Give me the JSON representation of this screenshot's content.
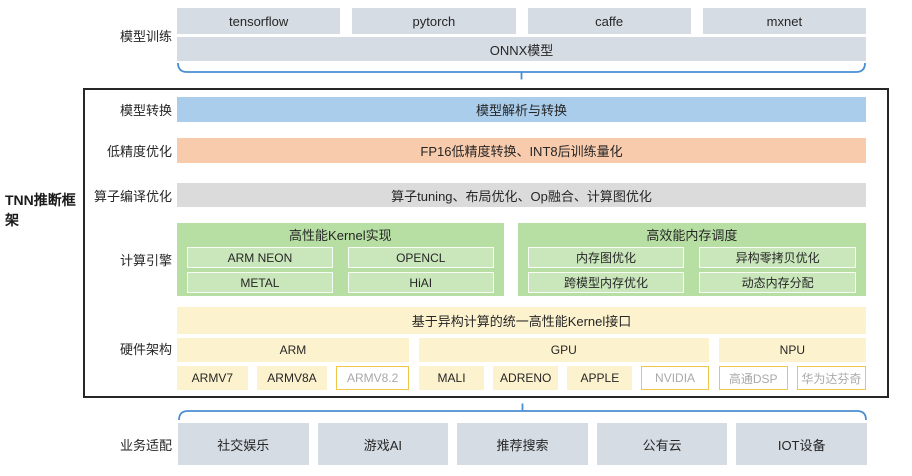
{
  "colors": {
    "box_gray": "#d6dce4",
    "bar_blue": "#aacdec",
    "bar_orange": "#f8cbad",
    "bar_gray": "#dbdbdb",
    "green_container": "#b7dfa4",
    "green_sub": "#c9e7ba",
    "yellow": "#fdf2ce",
    "gold_border": "#f0c64a",
    "muted_text": "#a9a9a9",
    "brace_blue": "#4a8fd3",
    "frame_border": "#262626"
  },
  "training": {
    "label": "模型训练",
    "frameworks": [
      "tensorflow",
      "pytorch",
      "caffe",
      "mxnet"
    ],
    "onnx_bar": "ONNX模型"
  },
  "framework": {
    "title": "TNN推断框架",
    "rows": [
      {
        "label": "模型转换",
        "bar": "模型解析与转换"
      },
      {
        "label": "低精度优化",
        "bar": "FP16低精度转换、INT8后训练量化"
      },
      {
        "label": "算子编译优化",
        "bar": "算子tuning、布局优化、Op融合、计算图优化"
      }
    ],
    "engine": {
      "label": "计算引擎",
      "kernel": {
        "title": "高性能Kernel实现",
        "items": [
          "ARM NEON",
          "OPENCL",
          "METAL",
          "HiAI"
        ]
      },
      "memory": {
        "title": "高效能内存调度",
        "items": [
          "内存图优化",
          "异构零拷贝优化",
          "跨模型内存优化",
          "动态内存分配"
        ]
      }
    },
    "hardware": {
      "label": "硬件架构",
      "unified_bar": "基于异构计算的统一高性能Kernel接口",
      "groups": [
        {
          "title": "ARM",
          "items": [
            {
              "text": "ARMV7",
              "muted": false
            },
            {
              "text": "ARMV8A",
              "muted": false
            },
            {
              "text": "ARMV8.2",
              "muted": true
            }
          ]
        },
        {
          "title": "GPU",
          "items": [
            {
              "text": "MALI",
              "muted": false
            },
            {
              "text": "ADRENO",
              "muted": false
            },
            {
              "text": "APPLE",
              "muted": false
            },
            {
              "text": "NVIDIA",
              "muted": true
            }
          ]
        },
        {
          "title": "NPU",
          "items": [
            {
              "text": "高通DSP",
              "muted": true
            },
            {
              "text": "华为达芬奇",
              "muted": true
            }
          ]
        }
      ]
    }
  },
  "business": {
    "label": "业务适配",
    "items": [
      "社交娱乐",
      "游戏AI",
      "推荐搜索",
      "公有云",
      "IOT设备"
    ]
  }
}
